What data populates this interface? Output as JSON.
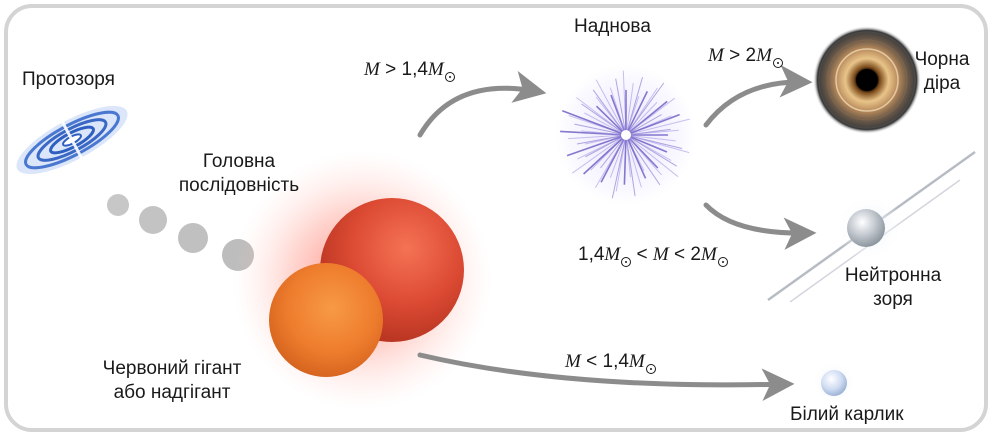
{
  "labels": {
    "protostar": "Протозоря",
    "main_sequence_line1": "Головна",
    "main_sequence_line2": "послідовність",
    "supernova": "Наднова",
    "black_hole_line1": "Чорна",
    "black_hole_line2": "діра",
    "neutron_star_line1": "Нейтронна",
    "neutron_star_line2": "зоря",
    "red_giant_line1": "Червоний гігант",
    "red_giant_line2": "або надгігант",
    "white_dwarf": "Білий карлик"
  },
  "conditions": {
    "to_supernova": {
      "var": "M",
      "op": ">",
      "value": "1,4",
      "unit": "M"
    },
    "to_black_hole": {
      "var": "M",
      "op": ">",
      "value": "2",
      "unit": "M"
    },
    "to_neutron_star": {
      "low": "1,4",
      "op1": "<",
      "var": "M",
      "op2": "<",
      "high": "2",
      "unit": "M"
    },
    "to_white_dwarf": {
      "var": "M",
      "op": "<",
      "value": "1,4",
      "unit": "M"
    }
  },
  "colors": {
    "arrow": "#8c8c8c",
    "main_sequence_dots": "#c4c4c4",
    "red_giant": "#d9432e",
    "supergiant_orange": "#ec7a2c",
    "glow": "#ff6a5a",
    "supernova_rays": "#8a7ed6",
    "neutron_star": "#b8c0c8",
    "white_dwarf": "#c8d8f0",
    "black_hole_ring": "#c9a070"
  }
}
